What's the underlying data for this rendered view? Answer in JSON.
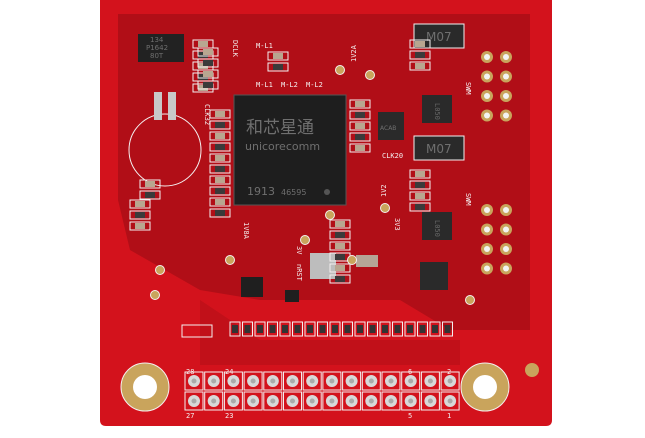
{
  "board": {
    "colors": {
      "board": "#d3121c",
      "trace": "#a50d16",
      "gold": "#c9a45c",
      "silk": "#f4f0f0",
      "chip": "#1e1e1e"
    },
    "main_chip": {
      "brand_cn": "和芯星通",
      "brand_en": "unicorecomm",
      "code1": "1913",
      "code2": "46595"
    },
    "small_ic": {
      "l1": "134",
      "l2": "P1642",
      "l3": "80T"
    },
    "diodes": [
      {
        "label": "M07"
      },
      {
        "label": "M07"
      }
    ],
    "regulator": {
      "label": "ACAB"
    },
    "silk_labels": {
      "dclk": "DCLK",
      "ml1_top": "M-L1",
      "ml1": "M-L1",
      "ml2a": "M-L2",
      "ml2b": "M-L2",
      "clk32": "CLK32",
      "clk20": "CLK20",
      "v2a": "1V2A",
      "v2": "1V2",
      "v3v3": "3V3",
      "v1v8": "1V8A",
      "v3": "3V",
      "nrst": "nRST",
      "swm_top": "SWM",
      "swm_bot": "SWM",
      "l050a": "L050",
      "l050b": "L050"
    },
    "header_labels": {
      "top": [
        "28",
        "24",
        "6",
        "2"
      ],
      "bottom": [
        "27",
        "23",
        "5",
        "1"
      ]
    }
  }
}
